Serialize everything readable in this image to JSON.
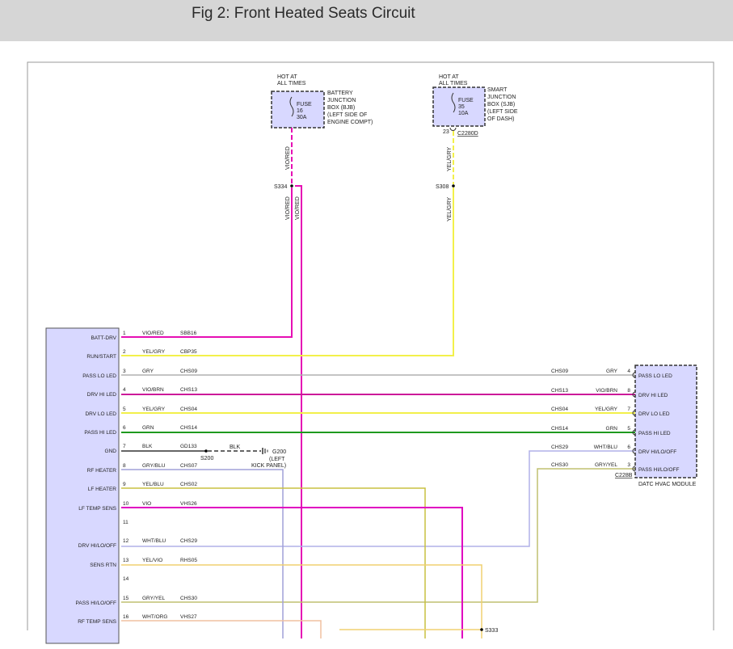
{
  "header": {
    "title": "Fig 2: Front Heated Seats Circuit"
  },
  "colors": {
    "vio_red": "#e60fb4",
    "vio_brn": "#cc1a99",
    "yellow": "#f2f04a",
    "gray": "#b0b0b0",
    "green": "#1f9a1f",
    "blk": "#333333",
    "gry_blu": "#a0a0d8",
    "yel_blu": "#c8c040",
    "vio": "#e000c0",
    "wht_blu": "#b0b0e8",
    "yel_vio": "#f0d070",
    "gry_yel": "#c0c070",
    "wht_org": "#f0c0a0",
    "box_fill": "#d8d8ff"
  },
  "bjb": {
    "hot_label": [
      "HOT AT",
      "ALL TIMES"
    ],
    "fuse_text": [
      "FUSE",
      "16",
      "30A"
    ],
    "desc": [
      "BATTERY",
      "JUNCTION",
      "BOX (BJB)",
      "(LEFT SIDE OF",
      "ENGINE COMPT)"
    ],
    "wire_label": "VIO/RED"
  },
  "sjb": {
    "hot_label": [
      "HOT AT",
      "ALL TIMES"
    ],
    "fuse_text": [
      "FUSE",
      "35",
      "10A"
    ],
    "desc": [
      "SMART",
      "JUNCTION",
      "BOX (SJB)",
      "(LEFT SIDE",
      "OF DASH)"
    ],
    "pin": "23",
    "connector": "C2280D",
    "wire_label": "YEL/GRY"
  },
  "splices": {
    "s334": "S334",
    "s308": "S308",
    "s200": "S200",
    "s333": "S333",
    "vio_red_1": "VIO/RED",
    "vio_red_2": "VIO/RED",
    "yel_gry": "YEL/GRY"
  },
  "left_module": {
    "pins": [
      {
        "label": "BATT-DRV",
        "pin": "1",
        "color_name": "VIO/RED",
        "circuit": "SBB16"
      },
      {
        "label": "RUN/START",
        "pin": "2",
        "color_name": "YEL/GRY",
        "circuit": "CBP35"
      },
      {
        "label": "PASS LO LED",
        "pin": "3",
        "color_name": "GRY",
        "circuit": "CHS09"
      },
      {
        "label": "DRV HI LED",
        "pin": "4",
        "color_name": "VIO/BRN",
        "circuit": "CHS13"
      },
      {
        "label": "DRV LO LED",
        "pin": "5",
        "color_name": "YEL/GRY",
        "circuit": "CHS04"
      },
      {
        "label": "PASS HI LED",
        "pin": "6",
        "color_name": "GRN",
        "circuit": "CHS14"
      },
      {
        "label": "GND",
        "pin": "7",
        "color_name": "BLK",
        "circuit": "GD133"
      },
      {
        "label": "RF HEATER",
        "pin": "8",
        "color_name": "GRY/BLU",
        "circuit": "CHS07"
      },
      {
        "label": "LF HEATER",
        "pin": "9",
        "color_name": "YEL/BLU",
        "circuit": "CHS02"
      },
      {
        "label": "LF TEMP SENS",
        "pin": "10",
        "color_name": "VIO",
        "circuit": "VHS26"
      },
      {
        "label": "",
        "pin": "11",
        "color_name": "",
        "circuit": ""
      },
      {
        "label": "DRV HI/LO/OFF",
        "pin": "12",
        "color_name": "WHT/BLU",
        "circuit": "CHS29"
      },
      {
        "label": "SENS RTN",
        "pin": "13",
        "color_name": "YEL/VIO",
        "circuit": "RHS05"
      },
      {
        "label": "",
        "pin": "14",
        "color_name": "",
        "circuit": ""
      },
      {
        "label": "PASS HI/LO/OFF",
        "pin": "15",
        "color_name": "GRY/YEL",
        "circuit": "CHS30"
      },
      {
        "label": "RF TEMP SENS",
        "pin": "16",
        "color_name": "WHT/ORG",
        "circuit": "VHS27"
      }
    ]
  },
  "ground": {
    "wire": "BLK",
    "g200": "G200",
    "g200_desc": [
      "(LEFT",
      "KICK PANEL)"
    ]
  },
  "datc": {
    "name": "DATC HVAC MODULE",
    "connector": "C228B",
    "pins": [
      {
        "label": "PASS LO LED",
        "pin": "4",
        "color_name": "GRY",
        "circuit": "CHS09"
      },
      {
        "label": "DRV HI LED",
        "pin": "8",
        "color_name": "VIO/BRN",
        "circuit": "CHS13"
      },
      {
        "label": "DRV LO LED",
        "pin": "7",
        "color_name": "YEL/GRY",
        "circuit": "CHS04"
      },
      {
        "label": "PASS HI LED",
        "pin": "5",
        "color_name": "GRN",
        "circuit": "CHS14"
      },
      {
        "label": "DRV HI/LO/OFF",
        "pin": "6",
        "color_name": "WHT/BLU",
        "circuit": "CHS29"
      },
      {
        "label": "PASS HI/LO/OFF",
        "pin": "3",
        "color_name": "GRY/YEL",
        "circuit": "CHS30"
      }
    ]
  }
}
